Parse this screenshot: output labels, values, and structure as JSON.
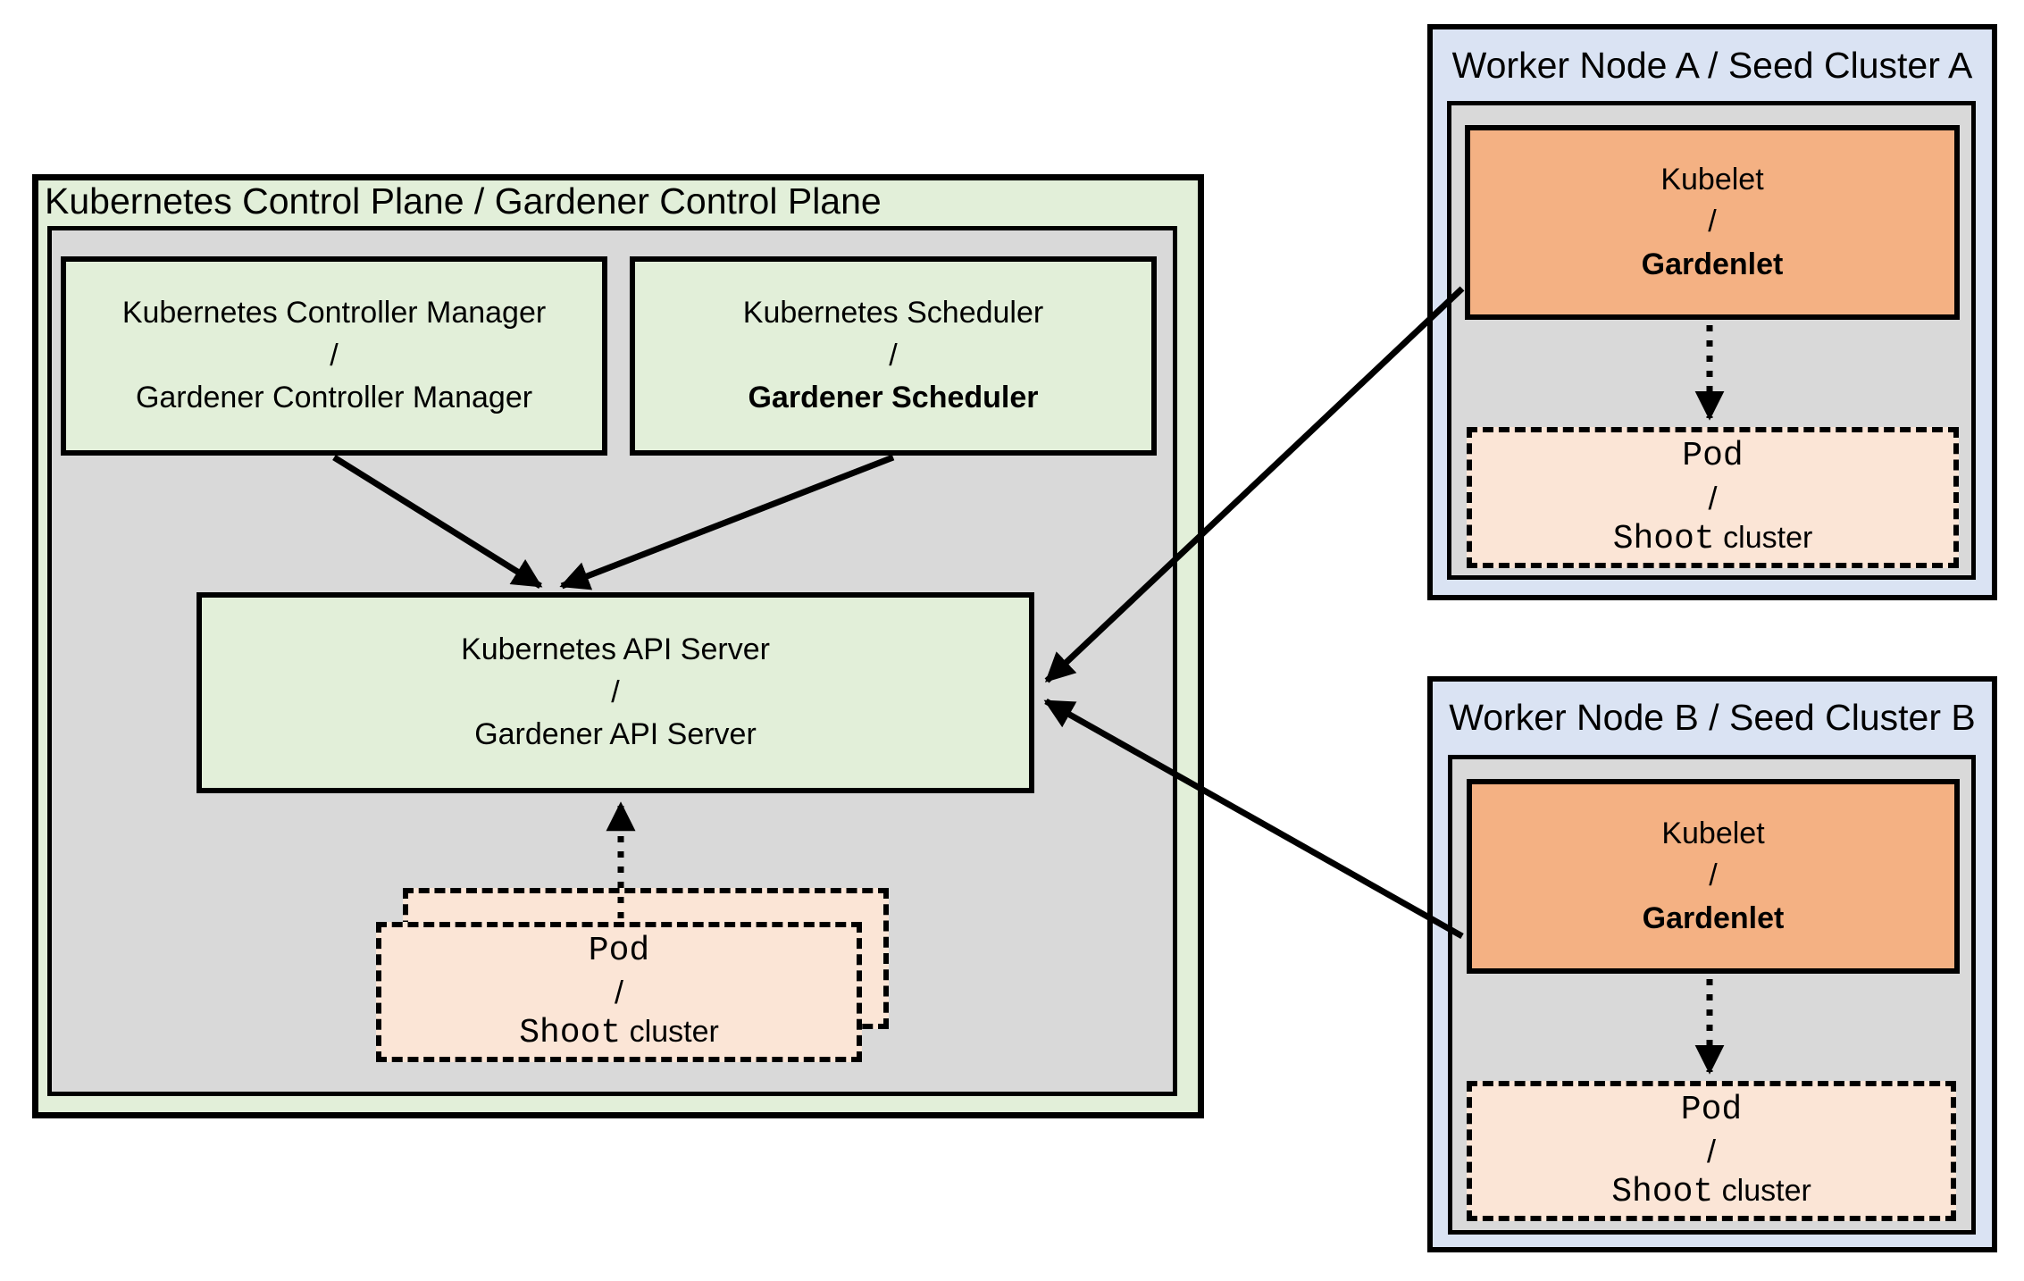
{
  "colors": {
    "green": "#e2efd9",
    "gray": "#d9d9d9",
    "blue": "#dae3f3",
    "orange": "#f4b183",
    "peach": "#fbe5d6",
    "line": "#000000"
  },
  "control_plane": {
    "title": "Kubernetes Control Plane / Gardener Control Plane",
    "controller_manager": {
      "lines": [
        "Kubernetes Controller Manager",
        "/",
        "Gardener Controller Manager"
      ]
    },
    "scheduler": {
      "lines": [
        "Kubernetes Scheduler",
        "/",
        "Gardener Scheduler"
      ]
    },
    "api_server": {
      "lines": [
        "Kubernetes API Server",
        "/",
        "Gardener API Server"
      ]
    },
    "pod_stack": {
      "pod": "Pod",
      "slash": "/",
      "shoot": "Shoot",
      "cluster": "cluster"
    }
  },
  "workers": [
    {
      "title": "Worker Node A / Seed Cluster A",
      "kubelet": {
        "lines": [
          "Kubelet",
          "/",
          "Gardenlet"
        ]
      },
      "pod": {
        "pod": "Pod",
        "slash": "/",
        "shoot": "Shoot",
        "cluster": "cluster"
      }
    },
    {
      "title": "Worker Node B / Seed Cluster B",
      "kubelet": {
        "lines": [
          "Kubelet",
          "/",
          "Gardenlet"
        ]
      },
      "pod": {
        "pod": "Pod",
        "slash": "/",
        "shoot": "Shoot",
        "cluster": "cluster"
      }
    }
  ]
}
